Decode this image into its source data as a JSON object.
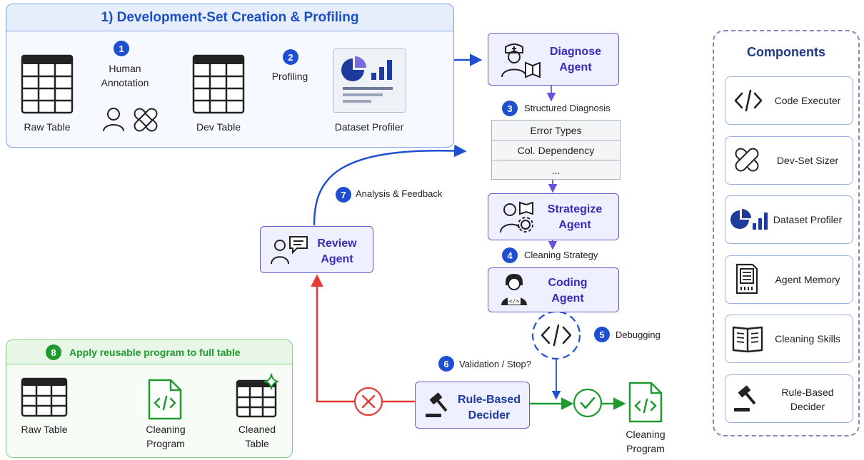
{
  "section1": {
    "title": "1) Development-Set Creation & Profiling",
    "raw_table": "Raw Table",
    "step1_badge": "1",
    "step1_label_line1": "Human",
    "step1_label_line2": "Annotation",
    "dev_table": "Dev Table",
    "step2_badge": "2",
    "step2_label": "Profiling",
    "dataset_profiler": "Dataset Profiler"
  },
  "agents": {
    "diagnose_line1": "Diagnose",
    "diagnose_line2": "Agent",
    "strategize_line1": "Strategize",
    "strategize_line2": "Agent",
    "coding_line1": "Coding",
    "coding_line2": "Agent",
    "review_line1": "Review",
    "review_line2": "Agent"
  },
  "steps": {
    "step3_badge": "3",
    "step3_label": "Structured Diagnosis",
    "diagnosis_rows": [
      "Error Types",
      "Col. Dependency",
      "..."
    ],
    "step4_badge": "4",
    "step4_label": "Cleaning Strategy",
    "step5_badge": "5",
    "step5_label": "Debugging",
    "step6_badge": "6",
    "step6_label": "Validation / Stop?",
    "step7_badge": "7",
    "step7_label": "Analysis & Feedback"
  },
  "decider": {
    "line1": "Rule-Based",
    "line2": "Decider"
  },
  "output": {
    "line1": "Cleaning",
    "line2": "Program"
  },
  "section8": {
    "badge": "8",
    "title": "Apply reusable program to full table",
    "raw_table": "Raw Table",
    "program_line1": "Cleaning",
    "program_line2": "Program",
    "cleaned_line1": "Cleaned",
    "cleaned_line2": "Table"
  },
  "components": {
    "title": "Components",
    "items": [
      {
        "label": "Code Executer",
        "icon": "code-icon"
      },
      {
        "label": "Dev-Set Sizer",
        "icon": "bandage-icon"
      },
      {
        "label": "Dataset Profiler",
        "icon": "chart-icon"
      },
      {
        "label": "Agent Memory",
        "icon": "memory-card-icon"
      },
      {
        "label": "Cleaning Skills",
        "icon": "book-icon"
      },
      {
        "label": "Rule-Based Decider",
        "icon": "gavel-icon"
      }
    ]
  },
  "colors": {
    "blue": "#1d4fd0",
    "purple": "#6a4fe0",
    "red": "#e53935",
    "green": "#1e9a2e"
  }
}
